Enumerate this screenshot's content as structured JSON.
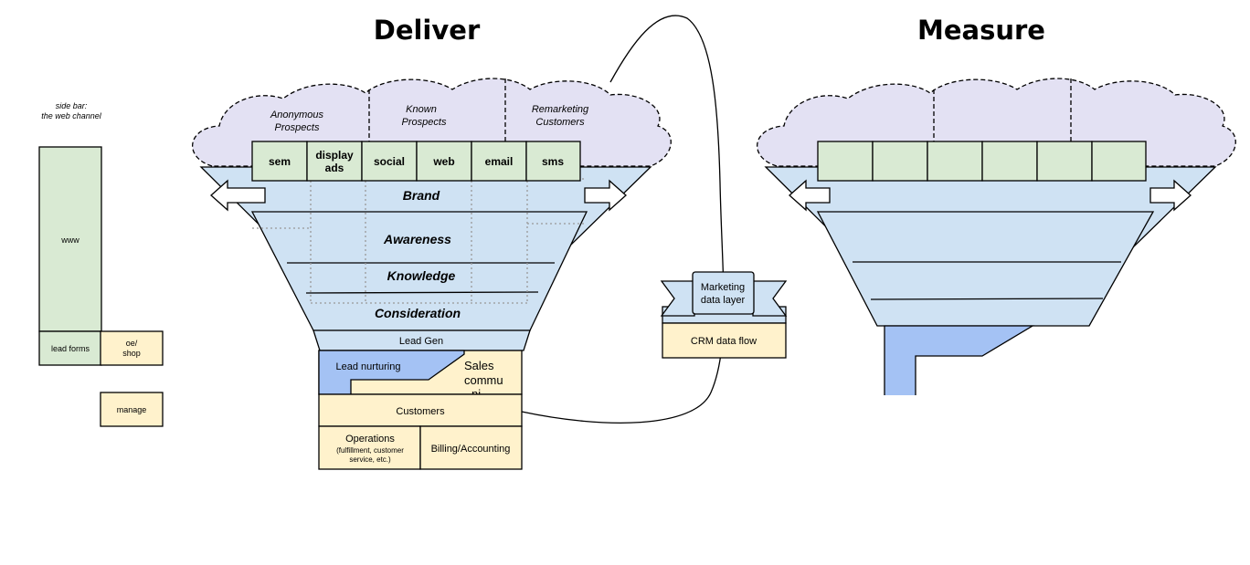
{
  "deliver": {
    "title": "Deliver",
    "segments": [
      {
        "line1": "Anonymous",
        "line2": "Prospects"
      },
      {
        "line1": "Known",
        "line2": "Prospects"
      },
      {
        "line1": "Remarketing",
        "line2": "Customers"
      }
    ],
    "channels": [
      {
        "line1": "sem",
        "line2": ""
      },
      {
        "line1": "display",
        "line2": "ads"
      },
      {
        "line1": "social",
        "line2": ""
      },
      {
        "line1": "web",
        "line2": ""
      },
      {
        "line1": "email",
        "line2": ""
      },
      {
        "line1": "sms",
        "line2": ""
      }
    ],
    "stages": {
      "brand": "Brand",
      "awareness": "Awareness",
      "knowledge": "Knowledge",
      "consideration": "Consideration",
      "lead_gen": "Lead Gen"
    },
    "lead_nurturing": "Lead nurturing",
    "sales": {
      "line1": "Sales",
      "line2": "commu",
      "line3": "ni"
    },
    "customers": "Customers",
    "operations": {
      "line1": "Operations",
      "line2": "(fulfillment, customer",
      "line3": "service, etc.)"
    },
    "billing": "Billing/Accounting"
  },
  "measure": {
    "title": "Measure"
  },
  "sidebar": {
    "caption_line1": "side bar:",
    "caption_line2": "the web channel",
    "www": "www",
    "lead_forms": "lead forms",
    "oe_shop_line1": "oe/",
    "oe_shop_line2": "shop",
    "manage": "manage"
  },
  "middle": {
    "data_layer_line1": "Marketing",
    "data_layer_line2": "data layer",
    "crm": "CRM data flow"
  },
  "colors": {
    "cloud": "#e3e1f3",
    "funnel": "#cfe2f3",
    "channel": "#d9ead3",
    "box": "#fff2cc",
    "nurture": "#a4c2f4"
  }
}
